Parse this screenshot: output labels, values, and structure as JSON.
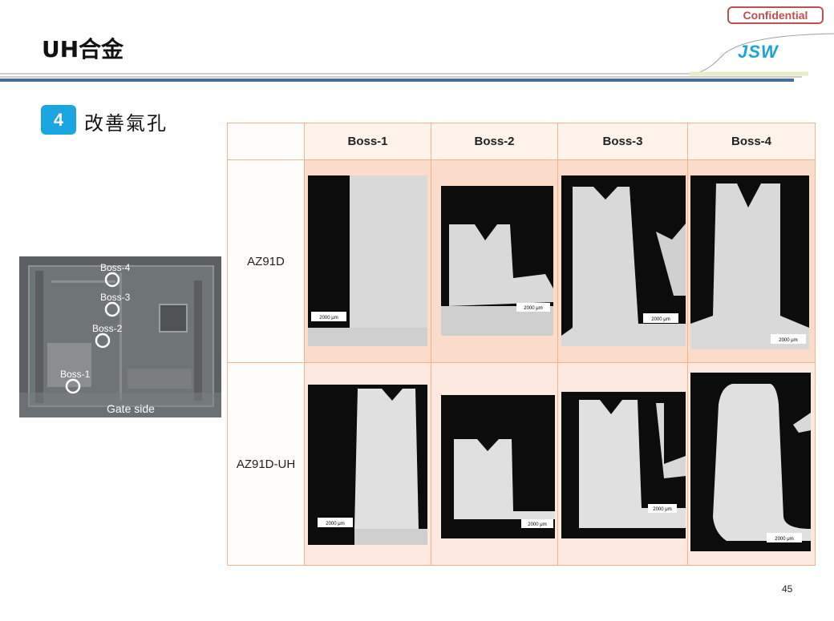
{
  "header": {
    "confidential": "Confidential",
    "title": "UH合金",
    "logo": "JSW"
  },
  "section": {
    "number": "4",
    "title": "改善氣孔"
  },
  "part_photo": {
    "labels": [
      "Boss-4",
      "Boss-3",
      "Boss-2",
      "Boss-1"
    ],
    "caption": "Gate side"
  },
  "table": {
    "columns": [
      "Boss-1",
      "Boss-2",
      "Boss-3",
      "Boss-4"
    ],
    "rows": [
      "AZ91D",
      "AZ91D-UH"
    ],
    "scale_bar": "2000 μm"
  },
  "page_number": "45",
  "colors": {
    "badge_blue": "#1aa6e0",
    "table_border": "#f3b48b",
    "confidential_red": "#c0504d",
    "logo_blue": "#1ca4d8"
  }
}
